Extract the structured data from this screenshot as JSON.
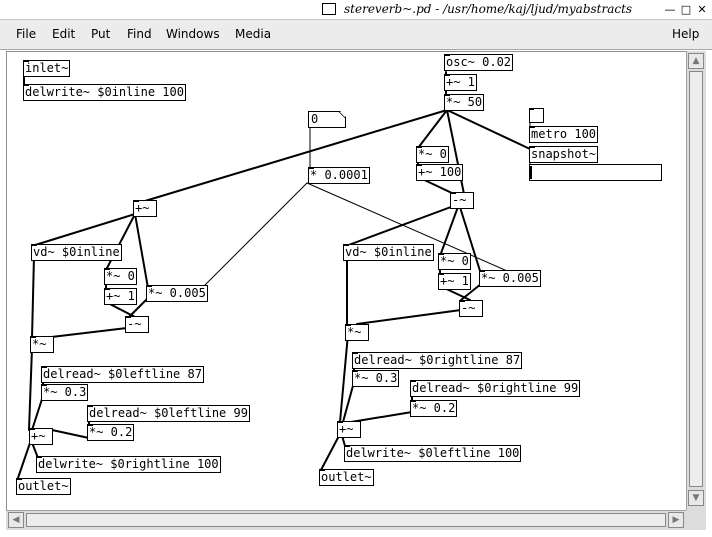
{
  "window": {
    "title": "stereverb~.pd  - /usr/home/kaj/ljud/myabstracts",
    "buttons": {
      "minimize": "—",
      "maximize": "□",
      "close": "✕"
    }
  },
  "menu": {
    "file": "File",
    "edit": "Edit",
    "put": "Put",
    "find": "Find",
    "windows": "Windows",
    "media": "Media",
    "help": "Help"
  },
  "patch": {
    "inlet": "inlet~",
    "delwrite_in": "delwrite~ $0inline 100",
    "osc": "osc~ 0.02",
    "osc_add": "+~ 1",
    "osc_mul": "*~ 50",
    "number_box": "0",
    "metro": "metro 100",
    "snapshot": "snapshot~",
    "scale": "* 0.0001",
    "right_mul_top": "*~ 0",
    "right_add_top": "+~ 100",
    "right_sub_top": "-~",
    "left_add": "+~",
    "left_vd": "vd~ $0inline",
    "left_mul0": "*~ 0",
    "left_add1": "+~ 1",
    "left_mul005": "*~ 0.005",
    "left_sub": "-~",
    "left_mul": "*~",
    "left_delread87": "delread~ $0leftline 87",
    "left_mul03": "*~ 0.3",
    "left_delread99": "delread~ $0leftline 99",
    "left_mul02": "*~ 0.2",
    "left_sum": "+~",
    "left_delwrite": "delwrite~ $0rightline 100",
    "left_outlet": "outlet~",
    "right_vd": "vd~ $0inline",
    "right_mul0": "*~ 0",
    "right_add1": "+~ 1",
    "right_mul005": "*~ 0.005",
    "right_sub": "-~",
    "right_mul": "*~",
    "right_delread87": "delread~ $0rightline 87",
    "right_mul03": "*~ 0.3",
    "right_delread99": "delread~ $0rightline 99",
    "right_mul02": "*~ 0.2",
    "right_sum": "+~",
    "right_delwrite": "delwrite~ $0leftline 100",
    "right_outlet": "outlet~"
  },
  "scrollbars": {
    "up": "▲",
    "down": "▼",
    "left": "◀",
    "right": "▶"
  }
}
